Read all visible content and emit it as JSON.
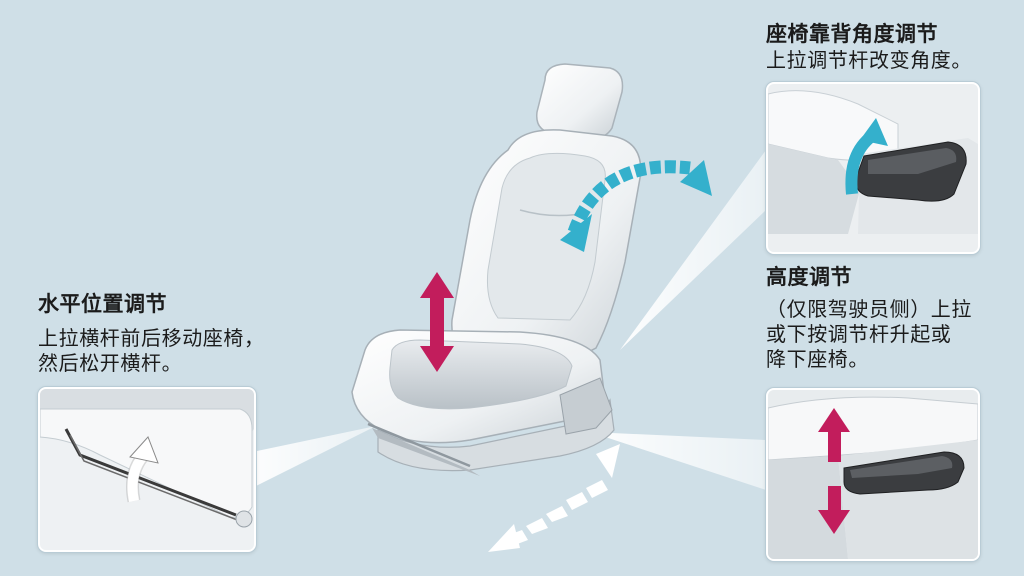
{
  "horizontal": {
    "title": "水平位置调节",
    "desc_lines": [
      "上拉横杆前后移动座椅，",
      "然后松开横杆。"
    ]
  },
  "recline": {
    "title": "座椅靠背角度调节",
    "desc_lines": [
      "上拉调节杆改变角度。"
    ]
  },
  "height": {
    "title": "高度调节",
    "desc_lines": [
      "（仅限驾驶员侧）上拉",
      "或下按调节杆升起或",
      "降下座椅。"
    ]
  },
  "colors": {
    "background": "#cfdfe7",
    "recline_arrow": "#34b0cc",
    "height_arrow": "#c21d5c",
    "slide_arrow": "#ffffff"
  },
  "icons": {
    "recline": "curved-double-arrow-icon",
    "height": "vertical-double-arrow-icon",
    "slide": "diagonal-double-arrow-icon",
    "lift": "curved-up-arrow-icon"
  }
}
